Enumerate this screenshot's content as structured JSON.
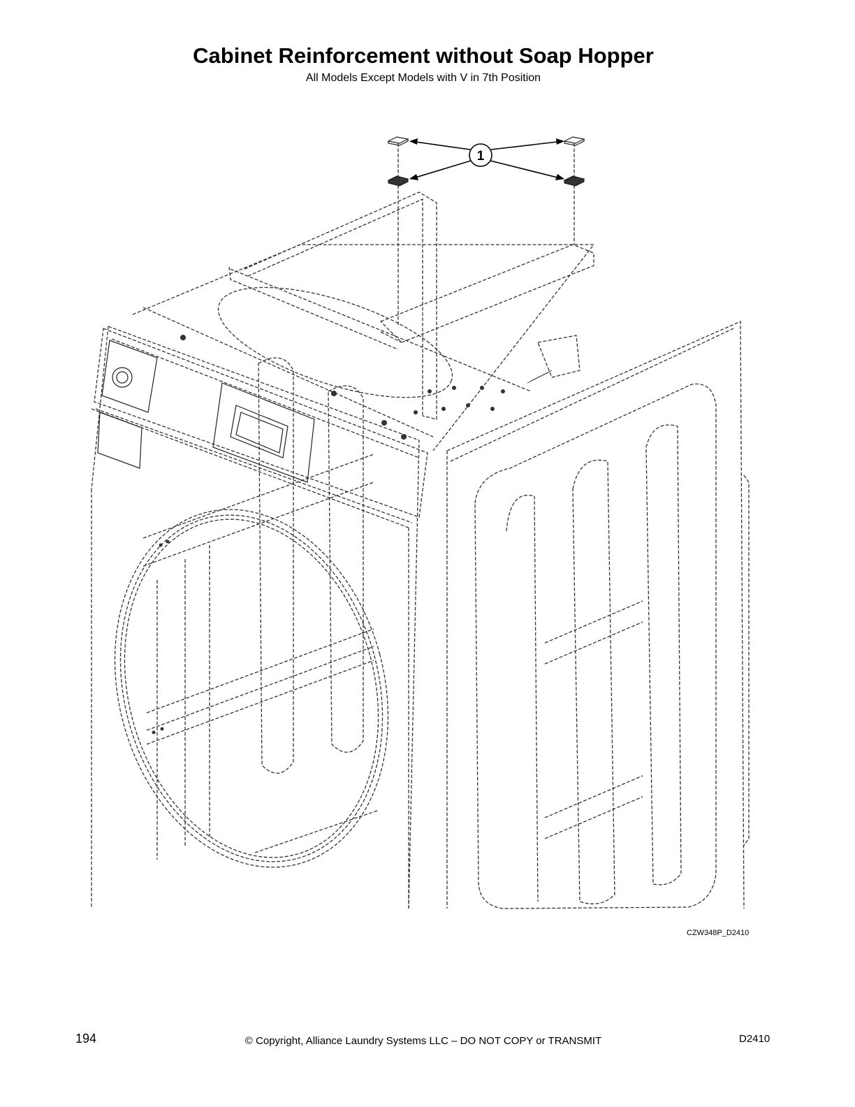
{
  "header": {
    "title": "Cabinet Reinforcement without Soap Hopper",
    "subtitle": "All Models Except Models with V in 7th Position"
  },
  "figure": {
    "callout": "1",
    "code": "CZW348P_D2410"
  },
  "footer": {
    "page_number": "194",
    "copyright": "© Copyright, Alliance Laundry Systems LLC – DO NOT COPY or TRANSMIT",
    "doc_id": "D2410"
  }
}
